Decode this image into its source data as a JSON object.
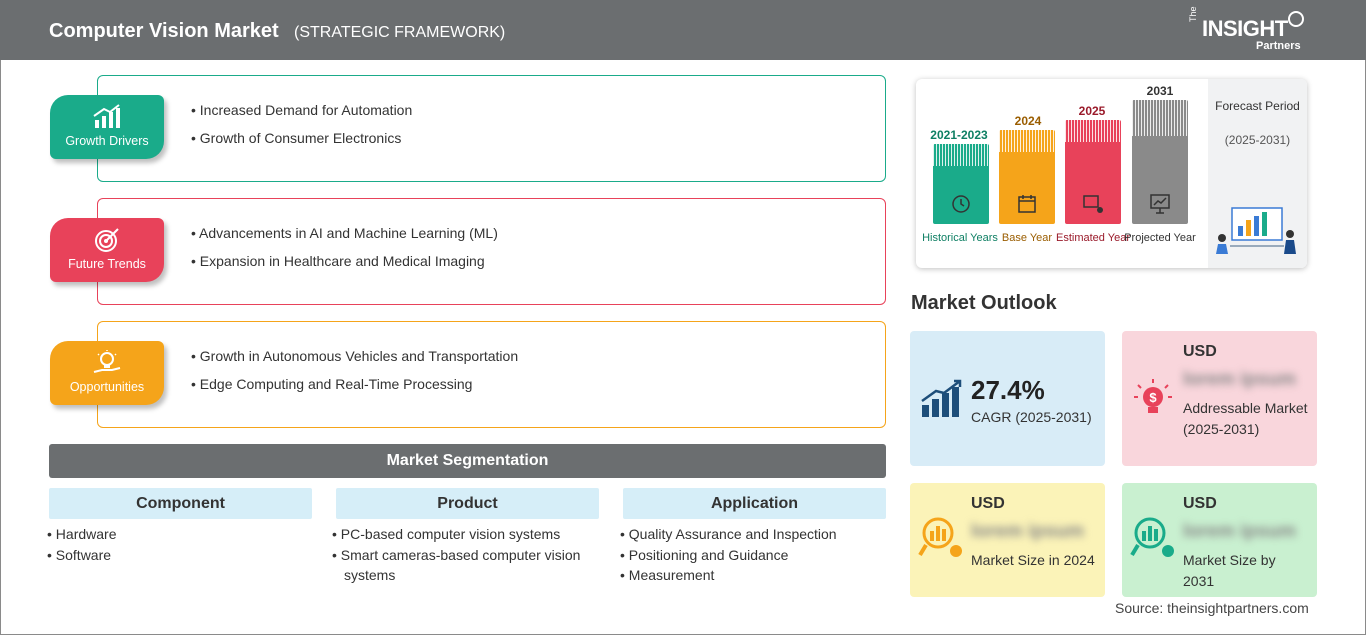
{
  "header": {
    "title": "Computer Vision Market",
    "subtitle": "(STRATEGIC FRAMEWORK)",
    "logo": {
      "the": "The",
      "insight": "INSIGHT",
      "partners": "Partners"
    }
  },
  "framework": [
    {
      "label": "Growth Drivers",
      "color": "#1aab8a",
      "icon": "bar-growth-icon",
      "items": [
        "Increased Demand for Automation",
        "Growth of Consumer Electronics"
      ]
    },
    {
      "label": "Future Trends",
      "color": "#e8425a",
      "icon": "target-icon",
      "items": [
        "Advancements in AI and Machine Learning (ML)",
        "Expansion in Healthcare and Medical Imaging"
      ]
    },
    {
      "label": "Opportunities",
      "color": "#f5a41a",
      "icon": "lightbulb-hand-icon",
      "items": [
        "Growth in Autonomous Vehicles and Transportation",
        "Edge Computing and Real-Time Processing"
      ]
    }
  ],
  "segmentation": {
    "title": "Market Segmentation",
    "columns": [
      {
        "heading": "Component",
        "items": [
          "Hardware",
          "Software"
        ]
      },
      {
        "heading": "Product",
        "items": [
          "PC-based computer vision systems",
          "Smart cameras-based computer vision systems"
        ]
      },
      {
        "heading": "Application",
        "items": [
          "Quality Assurance and Inspection",
          "Positioning and Guidance",
          "Measurement"
        ]
      }
    ]
  },
  "timeline": {
    "periods": [
      {
        "year": "2021-2023",
        "label": "Historical Years",
        "color": "#1aab8a",
        "label_color": "#0e7f63"
      },
      {
        "year": "2024",
        "label": "Base Year",
        "color": "#f5a41a",
        "label_color": "#9a5d00"
      },
      {
        "year": "2025",
        "label": "Estimated Year",
        "color": "#e8425a",
        "label_color": "#9a1a2a"
      },
      {
        "year": "2031",
        "label": "Projected Year",
        "color": "#8a8a8a",
        "label_color": "#333333"
      }
    ],
    "forecast_title": "Forecast Period",
    "forecast_range": "(2025-2031)"
  },
  "outlook": {
    "title": "Market Outlook",
    "cagr": {
      "value": "27.4%",
      "label": "CAGR (2025-2031)",
      "bg": "#d8ecf7"
    },
    "addressable": {
      "currency": "USD",
      "value": "lorem ipsum",
      "label": "Addressable Market (2025-2031)",
      "bg": "#f9d6dc"
    },
    "size_2024": {
      "currency": "USD",
      "value": "lorem ipsum",
      "label": "Market Size in 2024",
      "bg": "#fbf3b8"
    },
    "size_2031": {
      "currency": "USD",
      "value": "lorem ipsum",
      "label": "Market Size by 2031",
      "bg": "#c9f0d0"
    }
  },
  "source": "Source: theinsightpartners.com"
}
